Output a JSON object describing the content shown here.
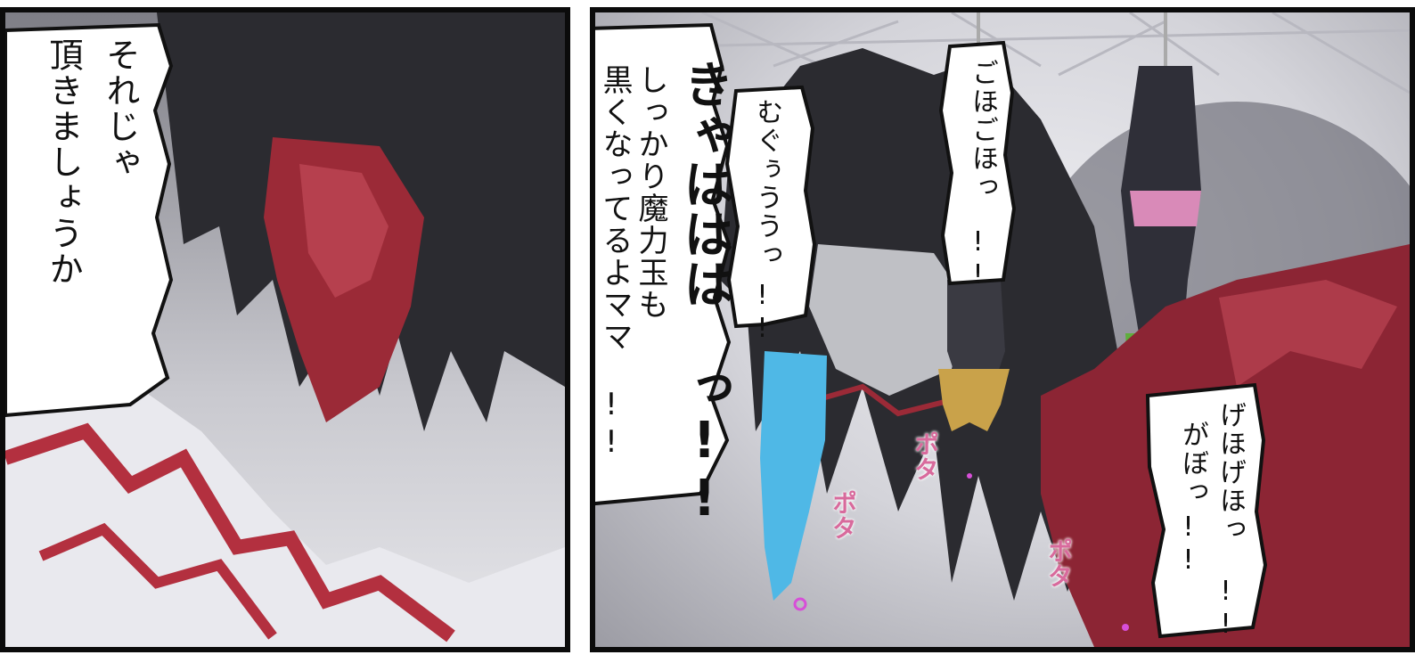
{
  "panels": {
    "left": {
      "bubble": {
        "line1": "それじゃ",
        "line2": "頂きましょうか"
      }
    },
    "right": {
      "shout_bubble": {
        "line1": "きゃははは",
        "line1b": "っ!!",
        "line2": "しっかり魔力玉も",
        "line3": "黒くなってるよママ",
        "line4": "!!"
      },
      "bubble_mugu": {
        "line1": "むぐぅううっ",
        "line2": "!!"
      },
      "bubble_goho": {
        "line1": "ごほごほっ",
        "line2": "!!"
      },
      "bubble_geho": {
        "line1": "げほげほっ",
        "line1b": "!!",
        "line2": "がぼっ",
        "line2b": "!!"
      },
      "sfx": [
        "ポタ",
        "ポタ",
        "ポタ"
      ]
    }
  },
  "colors": {
    "hair_dark": "#2b2b30",
    "crimson": "#9b2a37",
    "blue_hair": "#4fb8e6",
    "green_hair": "#5fae3c",
    "blonde": "#c9a24a",
    "sfx_pink": "#d86a9c"
  }
}
